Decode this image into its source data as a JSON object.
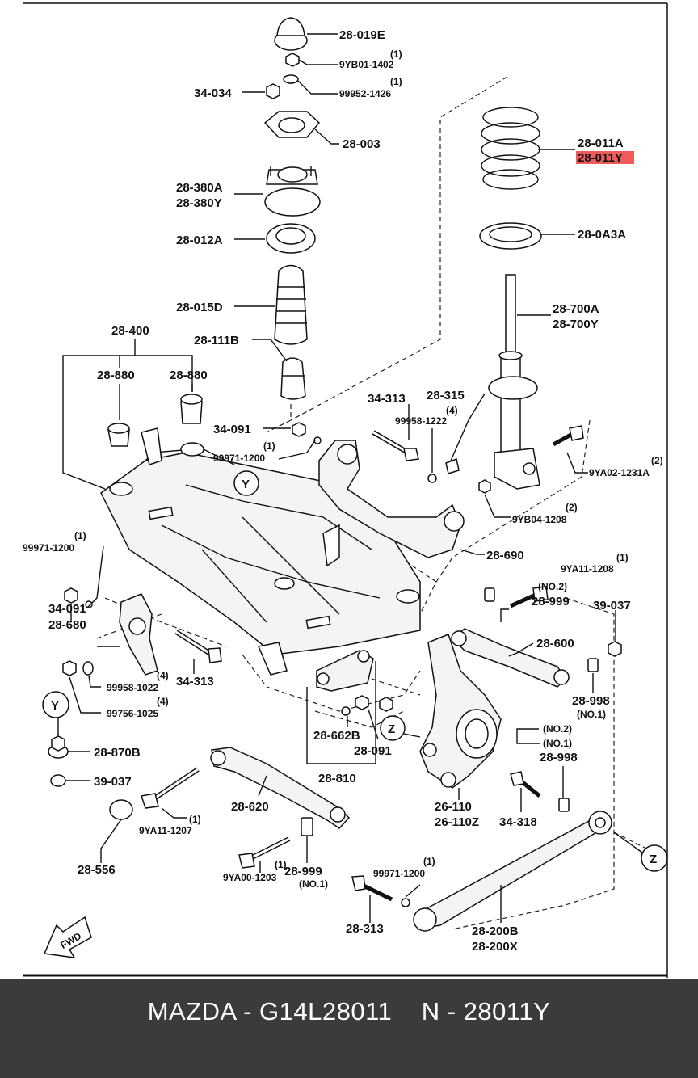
{
  "labels": {
    "l01": "28-019E",
    "l02": "(1)",
    "l03": "9YB01-1402",
    "l04": "(1)",
    "l05": "99952-1426",
    "l06": "34-034",
    "l07": "28-003",
    "l08": "28-380A",
    "l09": "28-380Y",
    "l10": "28-012A",
    "l11": "28-015D",
    "l12": "28-400",
    "l13": "28-111B",
    "l14": "28-880",
    "l15": "28-880",
    "l16": "28-011A",
    "l17": "28-011Y",
    "l18": "28-0A3A",
    "l19": "28-700A",
    "l20": "28-700Y",
    "l21": "34-313",
    "l22": "28-315",
    "l23": "(4)",
    "l24": "99958-1222",
    "l25": "34-091",
    "l26": "(1)",
    "l27": "99971-1200",
    "l28": "(2)",
    "l29": "9YA02-1231A",
    "l30": "(2)",
    "l31": "9YB04-1208",
    "l32": "28-690",
    "l33": "(1)",
    "l34": "99971-1200",
    "l35": "34-091",
    "l36": "28-680",
    "l37": "(1)",
    "l38": "9YA11-1208",
    "l39": "(NO.2)",
    "l40": "28-999",
    "l41": "39-037",
    "l42": "28-600",
    "l43": "34-313",
    "l44": "(4)",
    "l45": "99958-1022",
    "l46": "(4)",
    "l47": "99756-1025",
    "l48": "28-998",
    "l49": "(NO.1)",
    "l50": "28-870B",
    "l51": "28-662B",
    "l52": "28-091",
    "l53": "(NO.2)",
    "l54": "(NO.1)",
    "l55": "28-998",
    "l56": "39-037",
    "l57": "28-810",
    "l58": "28-620",
    "l59": "(1)",
    "l60": "9YA11-1207",
    "l61": "26-110",
    "l62": "26-110Z",
    "l63": "34-318",
    "l64": "28-556",
    "l65": "(1)",
    "l66": "9YA00-1203",
    "l67": "28-999",
    "l68": "(NO.1)",
    "l69": "(1)",
    "l70": "99971-1200",
    "l71": "28-313",
    "l72": "28-200B",
    "l73": "28-200X",
    "y1": "Y",
    "y2": "Y",
    "z1": "Z",
    "z2": "Z",
    "fwd": "FWD"
  },
  "highlight_color": "#ef5a5a",
  "footer_text": "MAZDA - G14L28011    N - 28011Y"
}
